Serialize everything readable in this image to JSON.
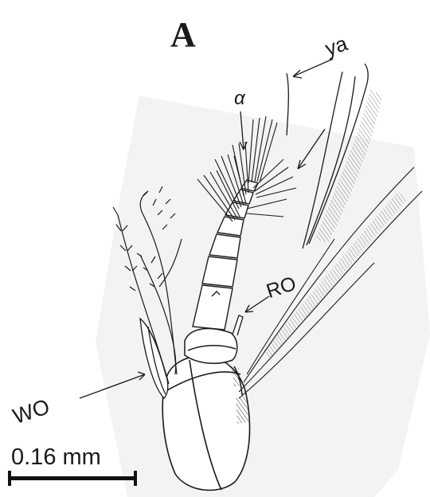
{
  "figure": {
    "panel_letter": "A",
    "labels": {
      "ya": "ya",
      "alpha": "α",
      "ro": "RO",
      "wo": "WO"
    },
    "scale_bar": {
      "text": "0.16 mm"
    }
  },
  "colors": {
    "line": "#1a1a1a",
    "background": "#ffffff"
  }
}
